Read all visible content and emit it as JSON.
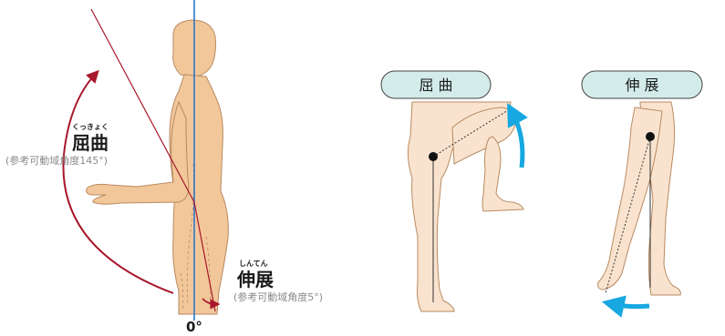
{
  "left_panel": {
    "flexion": {
      "ruby": "くっきょく",
      "label": "屈曲",
      "range_note": "(参考可動域角度145°)"
    },
    "extension": {
      "ruby": "しんてん",
      "label": "伸展",
      "range_note": "(参考可動域角度5°)"
    },
    "zero_label": "0°"
  },
  "right_panel": {
    "flexion_pill": "屈 曲",
    "extension_pill": "伸 展"
  },
  "colors": {
    "skin": "#f2c79a",
    "skin_light": "#f9e3cf",
    "outline": "#b98a61",
    "axis_blue": "#2f77c8",
    "arc_red": "#a8172b",
    "arrow_cyan": "#17a8e1",
    "pill_fill": "#d3ecea",
    "text_gray": "#8a8a8a"
  }
}
